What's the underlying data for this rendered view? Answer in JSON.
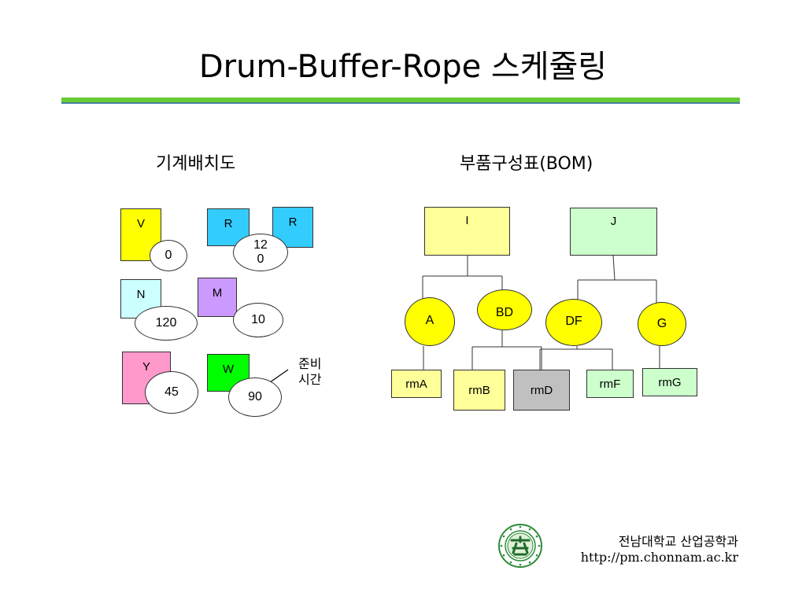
{
  "title": "Drum-Buffer-Rope 스케쥴링",
  "left": {
    "heading": "기계배치도",
    "machines": [
      {
        "label": "V",
        "time": "0",
        "color": "#ffff00"
      },
      {
        "label": "R",
        "time": "120",
        "color": "#33ccff"
      },
      {
        "label": "R",
        "color": "#33ccff"
      },
      {
        "label": "N",
        "time": "120",
        "color": "#ccffff"
      },
      {
        "label": "M",
        "time": "10",
        "color": "#cc99ff"
      },
      {
        "label": "Y",
        "time": "45",
        "color": "#ff99cc"
      },
      {
        "label": "W",
        "time": "90",
        "color": "#00ff00"
      }
    ],
    "callout": "준비 시간"
  },
  "right": {
    "heading": "부품구성표(BOM)",
    "products": [
      {
        "label": "I",
        "color": "#ffff99"
      },
      {
        "label": "J",
        "color": "#ccffcc"
      }
    ],
    "subassemblies": [
      {
        "label": "A"
      },
      {
        "label": "BD"
      },
      {
        "label": "DF"
      },
      {
        "label": "G"
      }
    ],
    "raw_materials": [
      {
        "label": "rmA",
        "color": "#ffff99"
      },
      {
        "label": "rmB",
        "color": "#ffff99"
      },
      {
        "label": "rmD",
        "color": "#c0c0c0"
      },
      {
        "label": "rmF",
        "color": "#ccffcc"
      },
      {
        "label": "rmG",
        "color": "#ccffcc"
      }
    ]
  },
  "footer": {
    "university": "전남대학교 산업공학과",
    "url": "http://pm.chonnam.ac.kr"
  }
}
